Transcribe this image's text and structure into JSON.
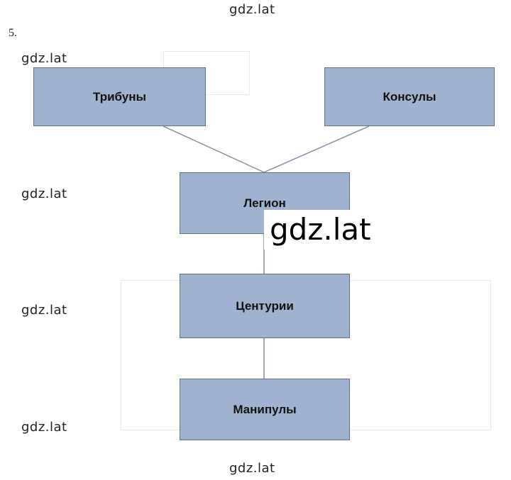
{
  "task_number": "5.",
  "watermarks": {
    "top": "gdz.lat",
    "left_1": "gdz.lat",
    "left_2": "gdz.lat",
    "left_3": "gdz.lat",
    "left_4": "gdz.lat",
    "center": "gdz.lat",
    "bottom": "gdz.lat"
  },
  "nodes": {
    "tribunes": "Трибуны",
    "consuls": "Консулы",
    "legion": "Легион",
    "centuries": "Центурии",
    "maniples": "Манипулы"
  },
  "colors": {
    "box_fill": "#9fb2cf",
    "box_border": "#5f6f86",
    "connector": "#7f8ea6"
  }
}
